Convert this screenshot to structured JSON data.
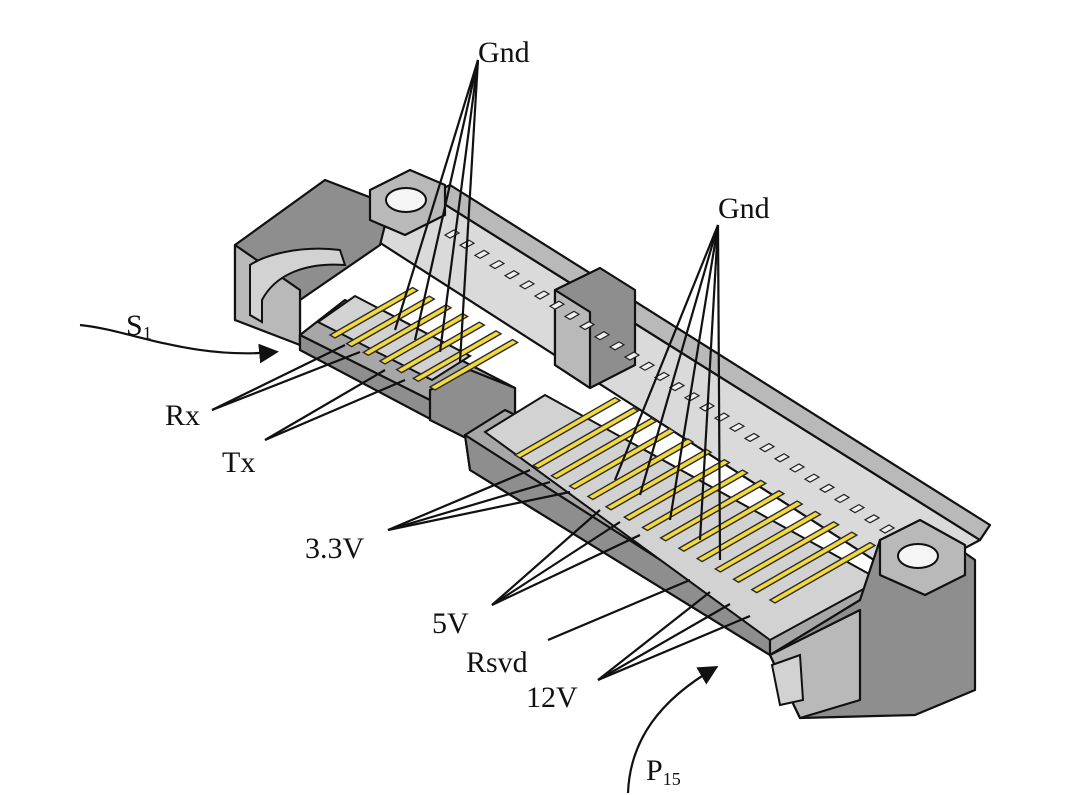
{
  "labels": {
    "gnd_top": "Gnd",
    "gnd_right": "Gnd",
    "s1_main": "S",
    "s1_sub": "1",
    "rx": "Rx",
    "tx": "Tx",
    "v33": "3.3V",
    "v5": "5V",
    "rsvd": "Rsvd",
    "v12": "12V",
    "p15_main": "P",
    "p15_sub": "15"
  },
  "colors": {
    "pin": "#f3d93a",
    "housing_dark": "#8e8e8e",
    "housing_light": "#dadada"
  },
  "connector": {
    "data_segment_pins": 7,
    "power_segment_pins": 15
  }
}
